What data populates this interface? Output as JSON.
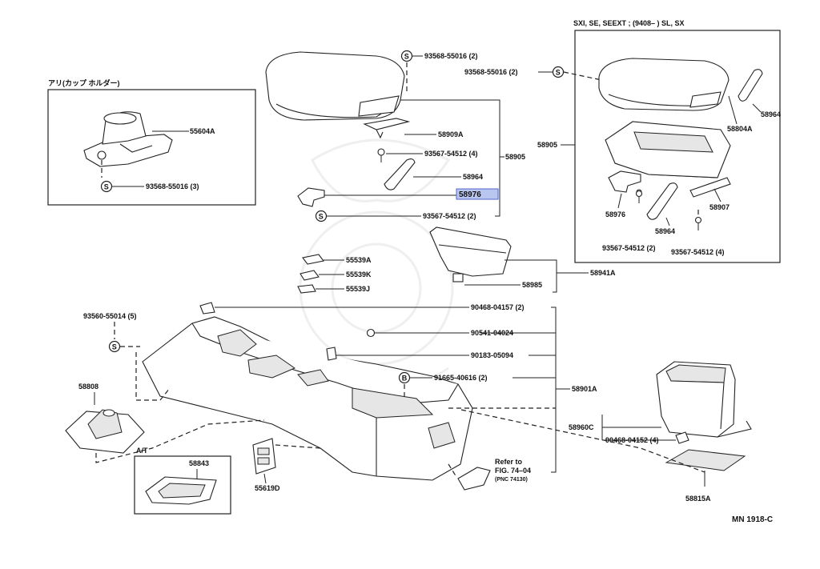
{
  "diagram": {
    "drawing_code": "MN 1918-C",
    "box_cup_holder": {
      "title": "アリ(カップ ホルダー)"
    },
    "box_grade": {
      "title": "SXI, SE, SEEXT ; (9408–        ) SL, SX"
    },
    "box_at": {
      "title": "A/T"
    },
    "refer_note": {
      "line1": "Refer to",
      "line2": "FIG. 74–04",
      "line3": "(PNC 74130)"
    },
    "symbols": {
      "s": "S",
      "b": "B"
    },
    "labels": {
      "p55604A": "55604A",
      "p93568_55016_3": "93568-55016 (3)",
      "p93568_55016_2a": "93568-55016 (2)",
      "p93568_55016_2b": "93568-55016 (2)",
      "p58909A": "58909A",
      "p93567_54512_4a": "93567-54512 (4)",
      "p58905a": "58905",
      "p58964a": "58964",
      "p58976a": "58976",
      "p93567_54512_2a": "93567-54512 (2)",
      "p55539A": "55539A",
      "p55539K": "55539K",
      "p55539J": "55539J",
      "p58985": "58985",
      "p58941A": "58941A",
      "p58905b": "58905",
      "p58964b": "58964",
      "p58804A": "58804A",
      "p58976b": "58976",
      "p58907": "58907",
      "p58964c": "58964",
      "p93567_54512_2b": "93567-54512 (2)",
      "p93567_54512_4b": "93567-54512 (4)",
      "p90468_04157": "90468-04157 (2)",
      "p93560_55014": "93560-55014 (5)",
      "p90541_04024": "90541-04024",
      "p90183_05094": "90183-05094",
      "p91665_40616": "91665-40616 (2)",
      "p58901A": "58901A",
      "p58808": "58808",
      "p58843": "58843",
      "p55619D": "55619D",
      "p58960C": "58960C",
      "p90468_04152": "90468-04152 (4)",
      "p58815A": "58815A"
    },
    "highlighted_part": "58976",
    "colors": {
      "highlight_fill": "#b9c6f0",
      "highlight_stroke": "#5566cc",
      "line": "#222222"
    }
  }
}
